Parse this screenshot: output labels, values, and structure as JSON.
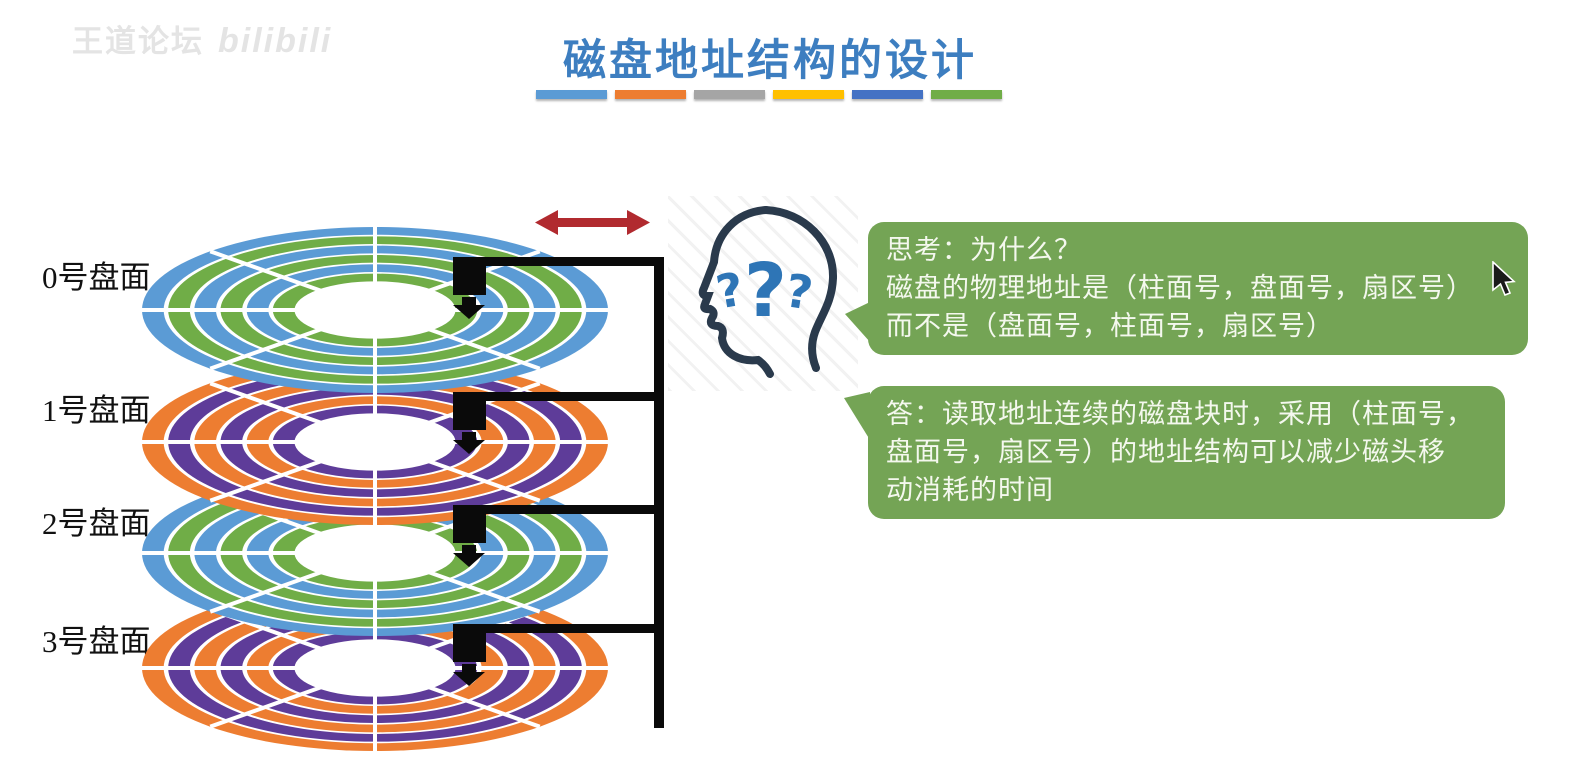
{
  "watermark": {
    "brand": "王道论坛",
    "platform": "bilibili"
  },
  "slide": {
    "title": "磁盘地址结构的设计",
    "title_color": "#3D7EC0",
    "divider_colors": [
      "#5B9BD5",
      "#ED7D31",
      "#A5A5A5",
      "#FFC000",
      "#4472C4",
      "#70AD47"
    ]
  },
  "diagram": {
    "platters": [
      {
        "label": "0号盘面",
        "ring_colors": [
          "#5B9BD5",
          "#70AD47"
        ]
      },
      {
        "label": "1号盘面",
        "ring_colors": [
          "#ED7D31",
          "#5E3C99"
        ]
      },
      {
        "label": "2号盘面",
        "ring_colors": [
          "#5B9BD5",
          "#70AD47"
        ]
      },
      {
        "label": "3号盘面",
        "ring_colors": [
          "#ED7D31",
          "#5E3C99"
        ]
      }
    ],
    "rings_per_platter": 6,
    "sectors_per_platter": 8,
    "head_color": "#0a0a0a",
    "seek_arrow_color": "#B12A2F"
  },
  "thinker": {
    "marks": [
      "?",
      "?",
      "?"
    ],
    "outline_color": "#2A3A4C",
    "mark_color": "#2E75B6"
  },
  "bubbles": {
    "question": {
      "bg": "#74A455",
      "text": "思考：为什么？\n磁盘的物理地址是（柱面号，盘面号，扇区号）\n而不是（盘面号，柱面号，扇区号）"
    },
    "answer": {
      "bg": "#74A455",
      "text": "答：读取地址连续的磁盘块时，采用（柱面号，\n盘面号，扇区号）的地址结构可以减少磁头移\n动消耗的时间"
    }
  }
}
